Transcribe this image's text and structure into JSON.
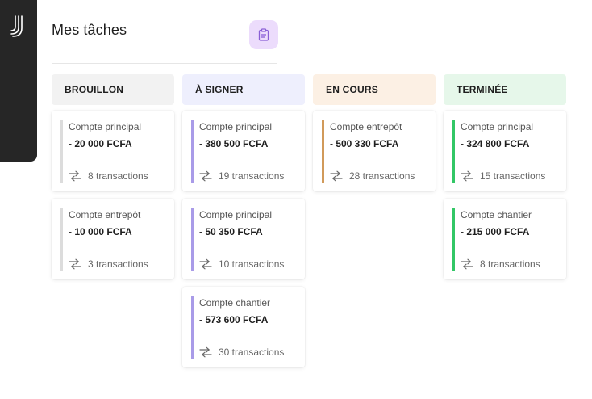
{
  "page": {
    "title": "Mes tâches"
  },
  "icons": {
    "logo": "brand-logo-icon",
    "title_button": "clipboard-icon",
    "transactions": "transfer-arrows-icon"
  },
  "colors": {
    "sidebar": "#262626",
    "title_button_bg": "#ecdcfc",
    "title_button_icon": "#8a5fd6"
  },
  "columns": [
    {
      "label": "BROUILLON",
      "header_bg": "#f2f2f2",
      "accent": "#dcdcdc",
      "cards": [
        {
          "account": "Compte principal",
          "amount": "- 20 000 FCFA",
          "transactions": "8 transactions"
        },
        {
          "account": "Compte entrepôt",
          "amount": "- 10 000 FCFA",
          "transactions": "3 transactions"
        }
      ]
    },
    {
      "label": "À SIGNER",
      "header_bg": "#eeeffd",
      "accent": "#a99be8",
      "cards": [
        {
          "account": "Compte principal",
          "amount": "- 380 500 FCFA",
          "transactions": "19 transactions"
        },
        {
          "account": "Compte principal",
          "amount": "- 50 350 FCFA",
          "transactions": "10 transactions"
        },
        {
          "account": "Compte chantier",
          "amount": "- 573 600 FCFA",
          "transactions": "30 transactions"
        }
      ]
    },
    {
      "label": "EN COURS",
      "header_bg": "#fcf0e4",
      "accent": "#d19a5a",
      "cards": [
        {
          "account": "Compte entrepôt",
          "amount": "- 500 330 FCFA",
          "transactions": "28 transactions"
        }
      ]
    },
    {
      "label": "TERMINÉE",
      "header_bg": "#e6f7ea",
      "accent": "#32c766",
      "cards": [
        {
          "account": "Compte principal",
          "amount": "- 324 800 FCFA",
          "transactions": "15 transactions"
        },
        {
          "account": "Compte chantier",
          "amount": "- 215 000 FCFA",
          "transactions": "8 transactions"
        }
      ]
    }
  ]
}
